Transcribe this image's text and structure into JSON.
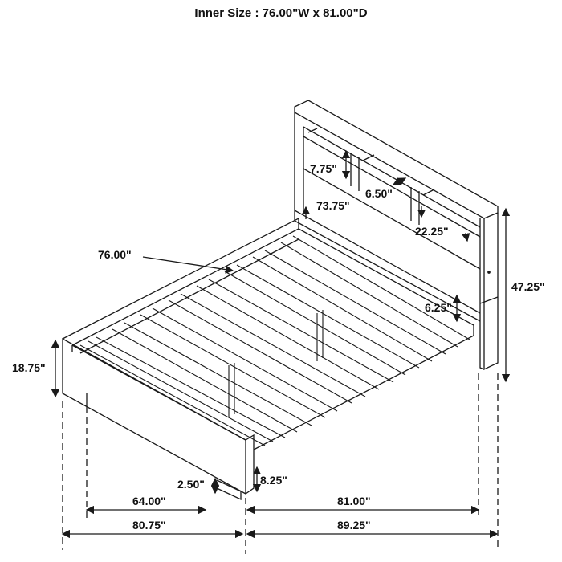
{
  "title": "Inner Size : 76.00\"W x 81.00\"D",
  "dimensions": {
    "shelf_height": "7.75\"",
    "shelf_width": "6.50\"",
    "headboard_inner_width": "73.75\"",
    "shelf_depth": "22.25\"",
    "inner_width": "76.00\"",
    "headboard_height": "47.25\"",
    "rail_to_headboard": "6.25\"",
    "footboard_height": "18.75\"",
    "leg_clearance": "2.50\"",
    "rail_clearance": "8.25\"",
    "foot_inner_width": "64.00\"",
    "inner_length": "81.00\"",
    "overall_width": "80.75\"",
    "overall_length": "89.25\""
  },
  "colors": {
    "line": "#1a1a1a",
    "background": "#ffffff"
  }
}
